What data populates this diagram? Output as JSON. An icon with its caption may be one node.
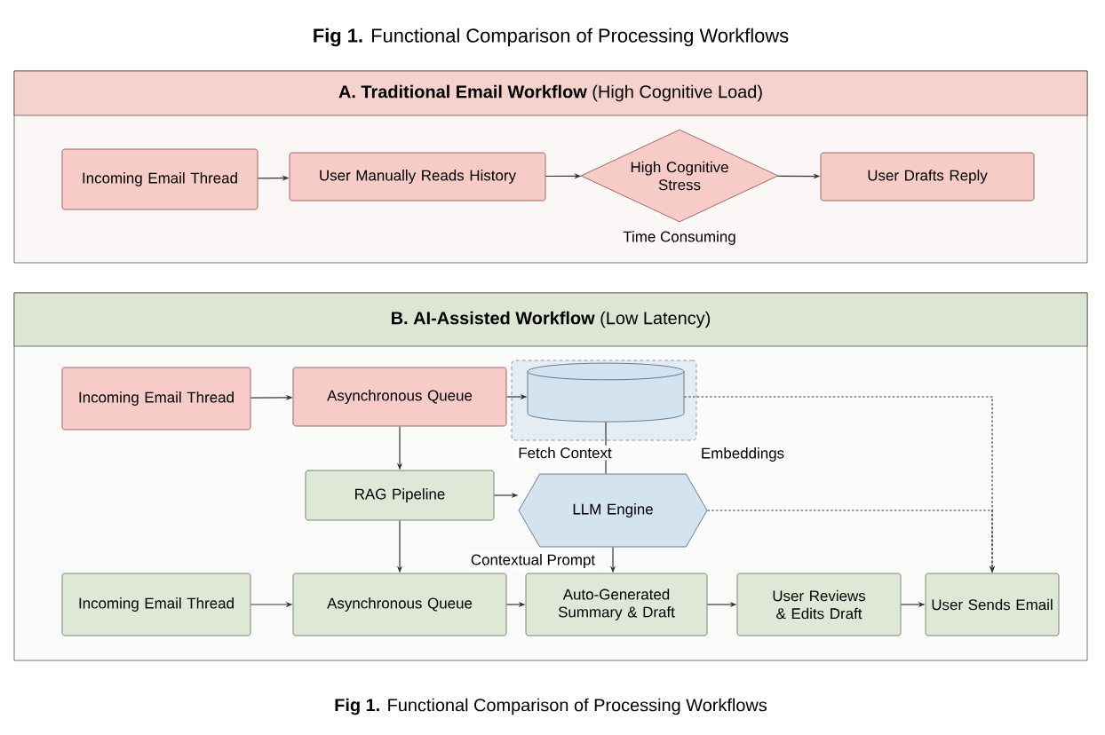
{
  "diagram": {
    "title": "**Fig 1.** Functional Comparison of Processing Workflows",
    "caption": "**Fig 1.** Functional Comparison of Processing Workflows",
    "nodes": [
      {
        "text": [
          "**A. Traditional Email Workflow** (High Cognitive Load)"
        ]
      },
      {
        "text": [
          "Incoming Email Thread"
        ],
        "in": 0
      },
      {
        "text": [
          "User Manually Reads History"
        ],
        "in": 0
      },
      {
        "text": [
          "High Cognitive Stress"
        ],
        "in": 0,
        "beside": [
          "Time Consuming"
        ]
      },
      {
        "text": [
          "User Drafts Reply"
        ],
        "in": 0
      },
      {
        "text": [
          "**B. AI-Assisted Workflow** (Low Latency)"
        ]
      },
      {
        "text": [
          "Incoming Email Thread"
        ],
        "in": 5
      },
      {
        "text": [
          "Asynchronous Queue"
        ],
        "in": 5
      },
      {
        "text": [],
        "shape": "box",
        "in": 5
      },
      {
        "text": [],
        "shape": "cylinder",
        "in": 8
      },
      {
        "text": [
          "RAG Pipeline"
        ],
        "in": 5
      },
      {
        "text": [
          "LLM Engine"
        ],
        "in": 5
      },
      {
        "text": [
          "Incoming Email Thread"
        ],
        "in": 5
      },
      {
        "text": [
          "Asynchronous Queue"
        ],
        "in": 5
      },
      {
        "text": [
          "Auto-Generated Summary & Draft"
        ],
        "in": 5
      },
      {
        "text": [
          "User Reviews & Edits Draft"
        ],
        "in": 5
      },
      {
        "text": [
          "User Sends Email"
        ],
        "in": 5
      }
    ],
    "edges": [
      {
        "from": 1,
        "to": 2,
        "arrow": "to"
      },
      {
        "from": 2,
        "to": 3,
        "arrow": "to"
      },
      {
        "from": 3,
        "to": 4,
        "arrow": "to"
      },
      {
        "from": 6,
        "to": 7,
        "arrow": "to"
      },
      {
        "from": 7,
        "to": 9,
        "arrow": "to"
      },
      {
        "from": 7,
        "to": 10,
        "arrow": "to"
      },
      {
        "from": 9,
        "to": 11,
        "arrow": "none",
        "label": "Fetch Context"
      },
      {
        "from": 10,
        "to": 11,
        "arrow": "to"
      },
      {
        "from": 10,
        "to": 13,
        "arrow": "to"
      },
      {
        "from": 11,
        "to": 14,
        "arrow": "to",
        "label": "Contextual Prompt"
      },
      {
        "from": 12,
        "to": 13,
        "arrow": "to"
      },
      {
        "from": 13,
        "to": 14,
        "arrow": "to"
      },
      {
        "from": 14,
        "to": 15,
        "arrow": "to"
      },
      {
        "from": 15,
        "to": 16,
        "arrow": "to"
      },
      {
        "from": 9,
        "to": 16,
        "arrow": "to",
        "style": "dashed"
      },
      {
        "from": 11,
        "to": 16,
        "arrow": "to",
        "style": "dashed"
      }
    ],
    "labels": [
      "Embeddings"
    ]
  }
}
